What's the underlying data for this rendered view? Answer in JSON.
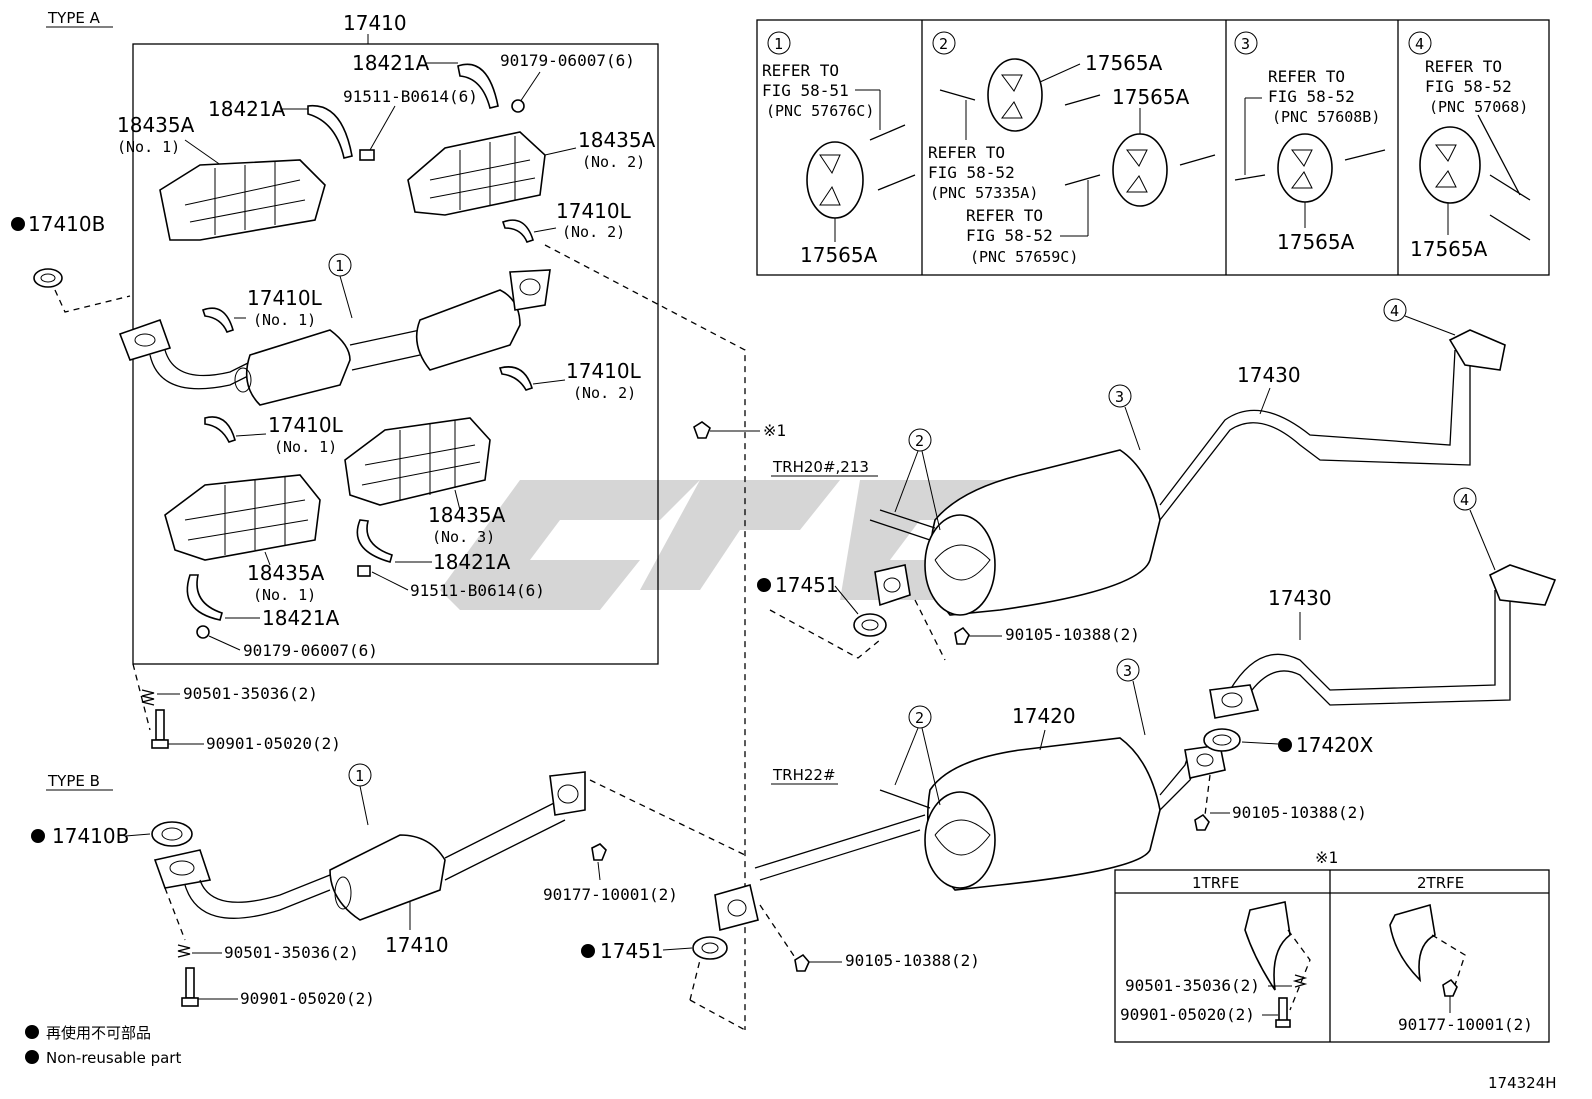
{
  "type_a": {
    "heading": "TYPE A",
    "assembly": "17410",
    "labels": {
      "clamp_a_top": "18421A",
      "nut_top": "90179-06007(6)",
      "clamp_a_left": "18421A",
      "bolt_top": "91511-B0614(6)",
      "cover_no1": "18435A",
      "cover_no1_sub": "(No. 1)",
      "cover_no2": "18435A",
      "cover_no2_sub": "(No. 2)",
      "bracket_no2_top": "17410L",
      "bracket_no2_top_sub": "(No. 2)",
      "bracket_no1_top": "17410L",
      "bracket_no1_top_sub": "(No. 1)",
      "bracket_no2_mid": "17410L",
      "bracket_no2_mid_sub": "(No. 2)",
      "bracket_no1_mid": "17410L",
      "bracket_no1_mid_sub": "(No. 1)",
      "cover_no3": "18435A",
      "cover_no3_sub": "(No. 3)",
      "clamp_mid": "18421A",
      "bolt_mid": "91511-B0614(6)",
      "cover_no1_low": "18435A",
      "cover_no1_low_sub": "(No. 1)",
      "clamp_low": "18421A",
      "nut_low": "90179-06007(6)",
      "gasket": "17410B",
      "spring": "90501-35036(2)",
      "bolt": "90901-05020(2)"
    }
  },
  "type_b": {
    "heading": "TYPE B",
    "gasket": "17410B",
    "spring": "90501-35036(2)",
    "bolt": "90901-05020(2)",
    "assembly": "17410",
    "nut": "90177-10001(2)"
  },
  "hangers": [
    {
      "num": "1",
      "refer": "REFER TO",
      "fig": "FIG 58-51",
      "pnc": "(PNC 57676C)",
      "part": "17565A"
    },
    {
      "num": "2",
      "part1": "17565A",
      "part2": "17565A",
      "refer1": "REFER TO",
      "fig1": "FIG 58-52",
      "pnc1": "(PNC 57335A)",
      "refer2": "REFER TO",
      "fig2": "FIG 58-52",
      "pnc2": "(PNC 57659C)"
    },
    {
      "num": "3",
      "refer": "REFER TO",
      "fig": "FIG 58-52",
      "pnc": "(PNC 57608B)",
      "part": "17565A"
    },
    {
      "num": "4",
      "refer": "REFER TO",
      "fig": "FIG 58-52",
      "pnc": "(PNC 57068)",
      "part": "17565A"
    }
  ],
  "exhaust": {
    "model1": "TRH20#,213",
    "model2": "TRH22#",
    "tail1": "17430",
    "tail2": "17430",
    "muffler": "17420",
    "gasket1": "17451",
    "gasket2": "17451",
    "gasket3": "17420X",
    "bolt1": "90105-10388(2)",
    "bolt2": "90105-10388(2)",
    "bolt3": "90105-10388(2)",
    "note_ref": "※1"
  },
  "note_table": {
    "title": "※1",
    "col1": "1TRFE",
    "col2": "2TRFE",
    "spring": "90501-35036(2)",
    "bolt": "90901-05020(2)",
    "nut": "90177-10001(2)"
  },
  "legend": {
    "jp": "再使用不可部品",
    "en": "Non-reusable part"
  },
  "figure_id": "174324H",
  "callouts": {
    "c1": "1",
    "c2": "2",
    "c3": "3",
    "c4": "4"
  }
}
